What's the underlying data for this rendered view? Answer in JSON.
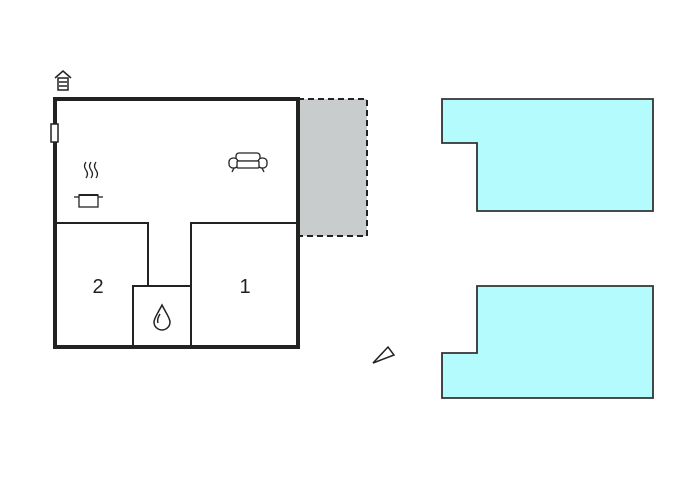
{
  "floorplan": {
    "rooms": [
      {
        "name": "bedroom",
        "label": "2"
      },
      {
        "name": "bedroom",
        "label": "1"
      }
    ],
    "icons": {
      "entrance": "house-entrance-icon",
      "kitchen": "cooking-pot-icon",
      "living": "sofa-icon",
      "bathroom": "water-drop-icon",
      "north": "north-arrow-icon"
    },
    "colors": {
      "wall": "#222222",
      "terrace": "#c8cccc",
      "pool": "#b3fbfd",
      "pool_outline": "#333333",
      "background": "#ffffff"
    }
  }
}
